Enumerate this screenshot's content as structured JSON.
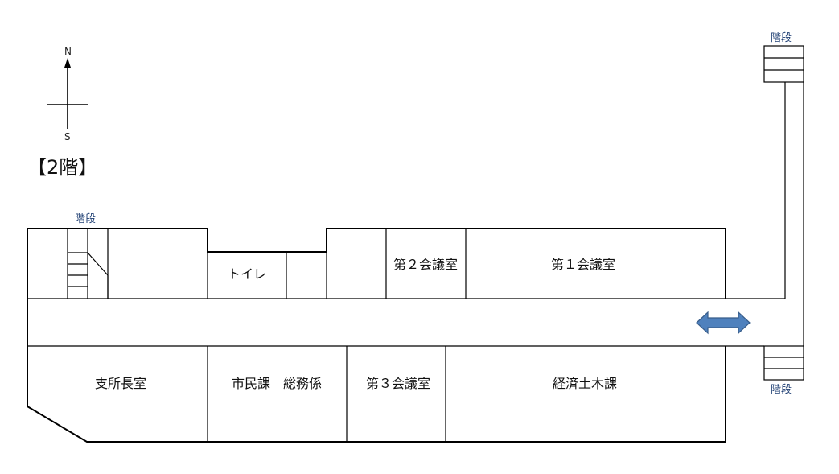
{
  "floor_title": "【2階】",
  "compass": {
    "north": "N",
    "south": "S"
  },
  "stairs_label": "階段",
  "rooms": {
    "toilet": "トイレ",
    "meeting2": "第２会議室",
    "meeting1": "第１会議室",
    "branch_chief": "支所長室",
    "citizens_general": "市民課　総務係",
    "meeting3": "第３会議室",
    "economy_civil": "経済土木課"
  },
  "colors": {
    "wall": "#000000",
    "arrow_fill": "#4f81bd",
    "arrow_stroke": "#385d8a",
    "stair_label": "#1f3f73"
  },
  "icons": {
    "connector": "double-arrow-icon",
    "compass": "compass-icon"
  }
}
